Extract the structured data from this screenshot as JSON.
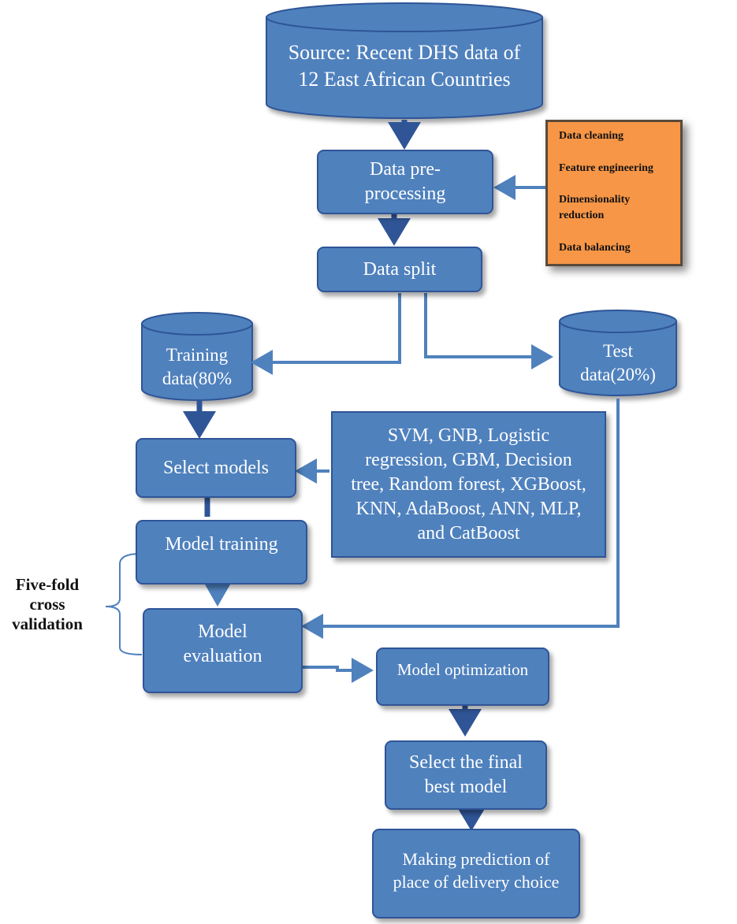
{
  "source": {
    "line1": "Source: Recent DHS data of",
    "line2": "12 East African Countries"
  },
  "preprocessing": {
    "line1": "Data pre-",
    "line2": "processing",
    "steps": [
      "Data cleaning",
      "Feature engineering",
      "Dimensionality",
      "reduction",
      "Data balancing"
    ]
  },
  "split": {
    "label": "Data split"
  },
  "training": {
    "line1": "Training",
    "line2": "data(80%"
  },
  "test": {
    "line1": "Test",
    "line2": "data(20%)"
  },
  "select_models": {
    "label": "Select models"
  },
  "models_list": {
    "lines": [
      "SVM, GNB, Logistic",
      "regression, GBM,  Decision",
      "tree, Random forest, XGBoost,",
      "KNN, AdaBoost, ANN, MLP,",
      "and CatBoost"
    ]
  },
  "model_training": {
    "label": "Model training"
  },
  "model_evaluation": {
    "line1": "Model",
    "line2": "evaluation"
  },
  "cross_validation": {
    "line1": "Five-fold",
    "line2": "cross",
    "line3": "validation"
  },
  "model_optimization": {
    "label": "Model optimization"
  },
  "final_model": {
    "line1": "Select the final",
    "line2": "best model"
  },
  "prediction": {
    "line1": "Making prediction of",
    "line2": "place of delivery choice"
  },
  "colors": {
    "box_fill": "#4f81bd",
    "box_border": "#2f5597",
    "arrow": "#4f81bd",
    "side_box": "#f79646"
  }
}
